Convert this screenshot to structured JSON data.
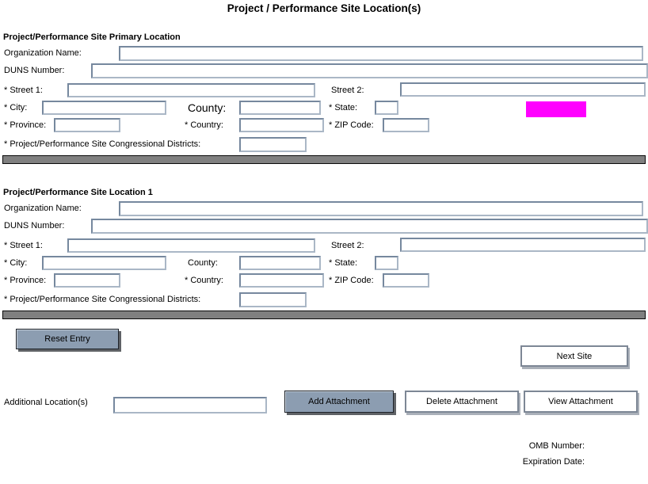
{
  "title": "Project / Performance Site Location(s)",
  "sections": [
    {
      "heading": "Project/Performance Site Primary Location"
    },
    {
      "heading": "Project/Performance Site Location 1"
    }
  ],
  "labels": {
    "org_name": "Organization Name:",
    "duns": "DUNS Number:",
    "street1": "* Street 1:",
    "street2": "Street 2:",
    "city": "* City:",
    "county": "County:",
    "state": "* State:",
    "province": "* Province:",
    "country": "* Country:",
    "zip": "* ZIP Code:",
    "districts": "* Project/Performance Site Congressional Districts:"
  },
  "values": {
    "empty": ""
  },
  "buttons": {
    "reset": "Reset Entry",
    "next_site": "Next Site",
    "add_attachment": "Add Attachment",
    "delete_attachment": "Delete Attachment",
    "view_attachment": "View Attachment"
  },
  "additional": {
    "label": "Additional Location(s)",
    "value": ""
  },
  "footer": {
    "omb": "OMB Number:",
    "expiration": "Expiration Date:"
  },
  "colors": {
    "highlight": "#ff00ff",
    "separator_bar": "#808080",
    "button_blue": "#8c9db1"
  }
}
